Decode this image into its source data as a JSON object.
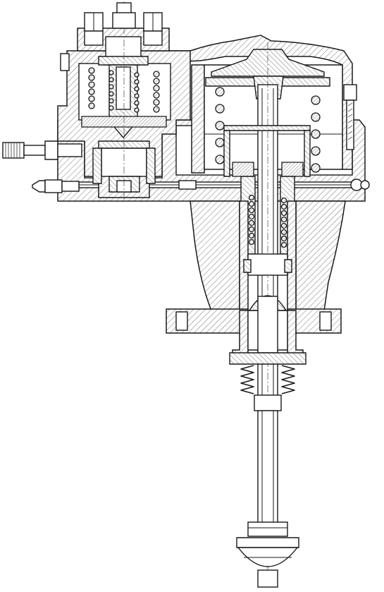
{
  "drawing": {
    "colors": {
      "stroke": "#1a1a1a",
      "paper": "#ffffff",
      "hatch": "#555555"
    },
    "parts": [
      "main-housing",
      "upper-cover",
      "pilot-valve",
      "pilot-spring",
      "piston-spring",
      "main-piston",
      "valve-stem",
      "stem-guide",
      "bellows-seal",
      "mounting-flange",
      "bonnet-neck",
      "stem-extension",
      "valve-disc",
      "inlet-fitting",
      "drain-plug",
      "side-bolt",
      "top-nuts"
    ]
  }
}
